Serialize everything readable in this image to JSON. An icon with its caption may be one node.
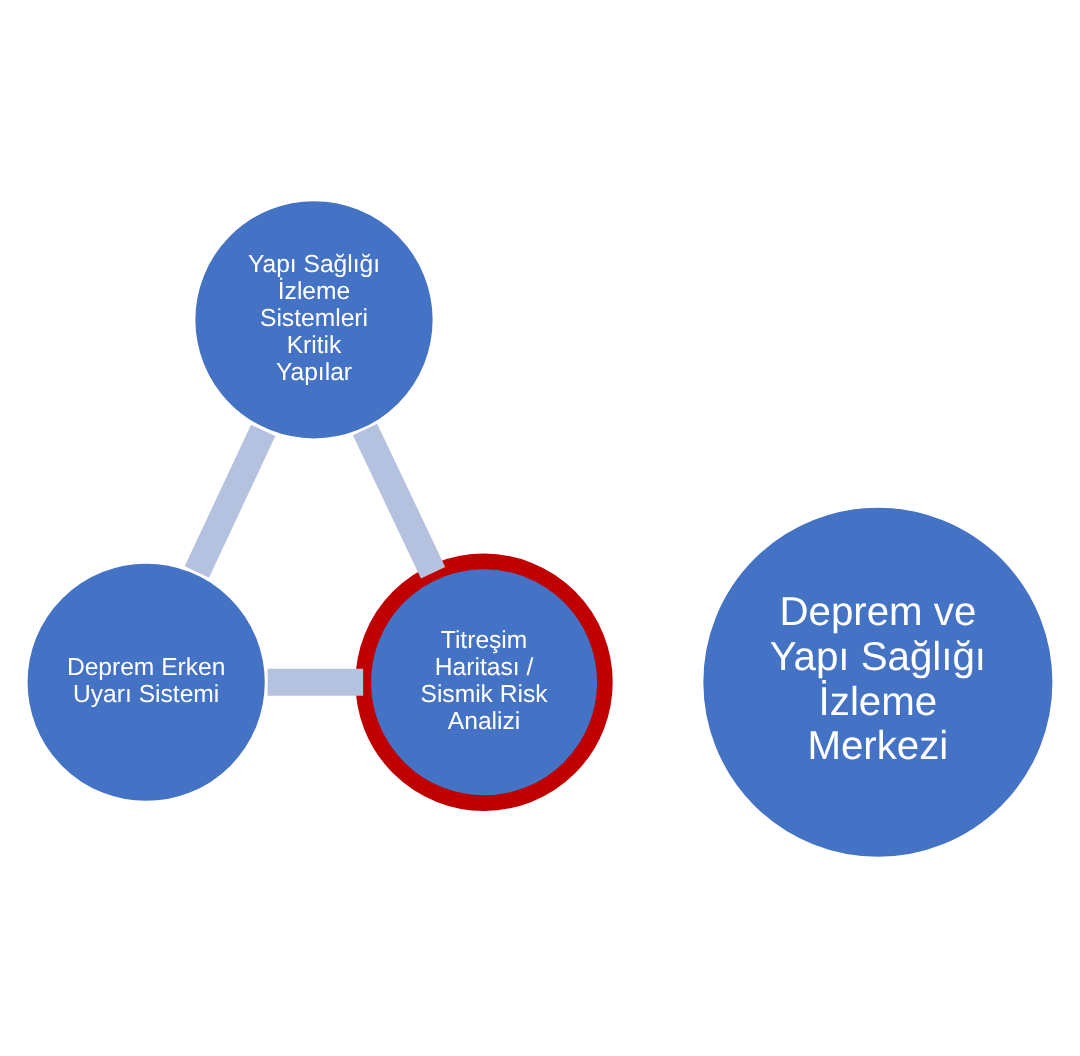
{
  "diagram": {
    "nodes": [
      {
        "text": [
          "Yapı Sağlığı İzleme Sistemleri Kritik Yapılar"
        ]
      },
      {
        "text": [
          "Deprem ve Yapı Sağlığı İzleme Merkezi"
        ]
      },
      {
        "text": [
          "Titreşim Haritası / Sismik Risk Analizi"
        ]
      },
      {
        "text": [
          "Deprem Erken Uyarı Sistemi"
        ]
      }
    ],
    "edges": [
      {
        "from": 0,
        "to": 3,
        "arrow": "none"
      },
      {
        "from": 3,
        "to": 2,
        "arrow": "none"
      },
      {
        "from": 2,
        "to": 0,
        "arrow": "none"
      }
    ]
  }
}
